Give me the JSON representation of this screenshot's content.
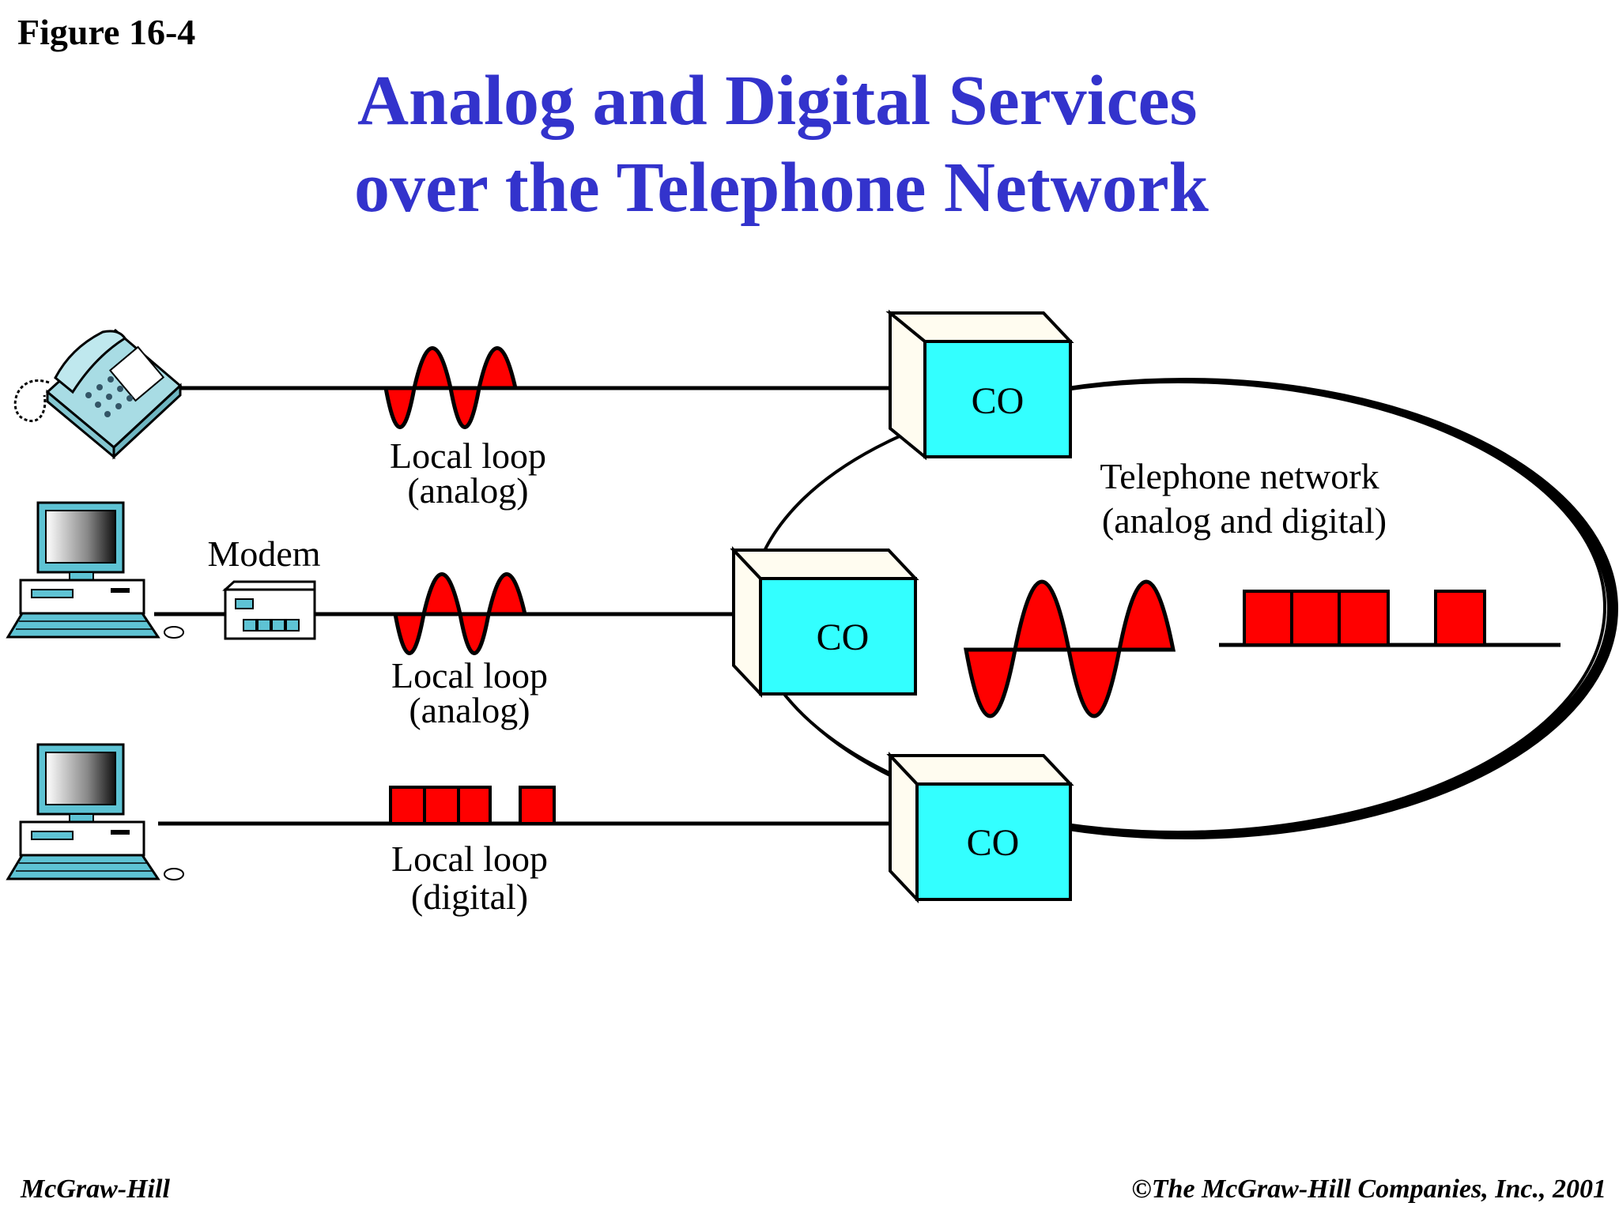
{
  "figure_label": "Figure 16-4",
  "title": {
    "line1": "Analog and Digital Services",
    "line2": "over the Telephone Network"
  },
  "labels": {
    "loop1_line1": "Local loop",
    "loop1_line2": "(analog)",
    "loop2_line1": "Local loop",
    "loop2_line2": "(analog)",
    "loop3_line1": "Local loop",
    "loop3_line2": "(digital)",
    "modem": "Modem",
    "network_line1": "Telephone network",
    "network_line2": "(analog and digital)",
    "co_top": "CO",
    "co_mid": "CO",
    "co_bottom": "CO"
  },
  "footer": {
    "left": "McGraw-Hill",
    "right": "©The McGraw-Hill Companies, Inc., 2001"
  },
  "colors": {
    "title": "#3333cc",
    "co_box": "#33ffff",
    "co_side": "#fffcf0",
    "signal": "#ff0000",
    "line": "#000000"
  }
}
